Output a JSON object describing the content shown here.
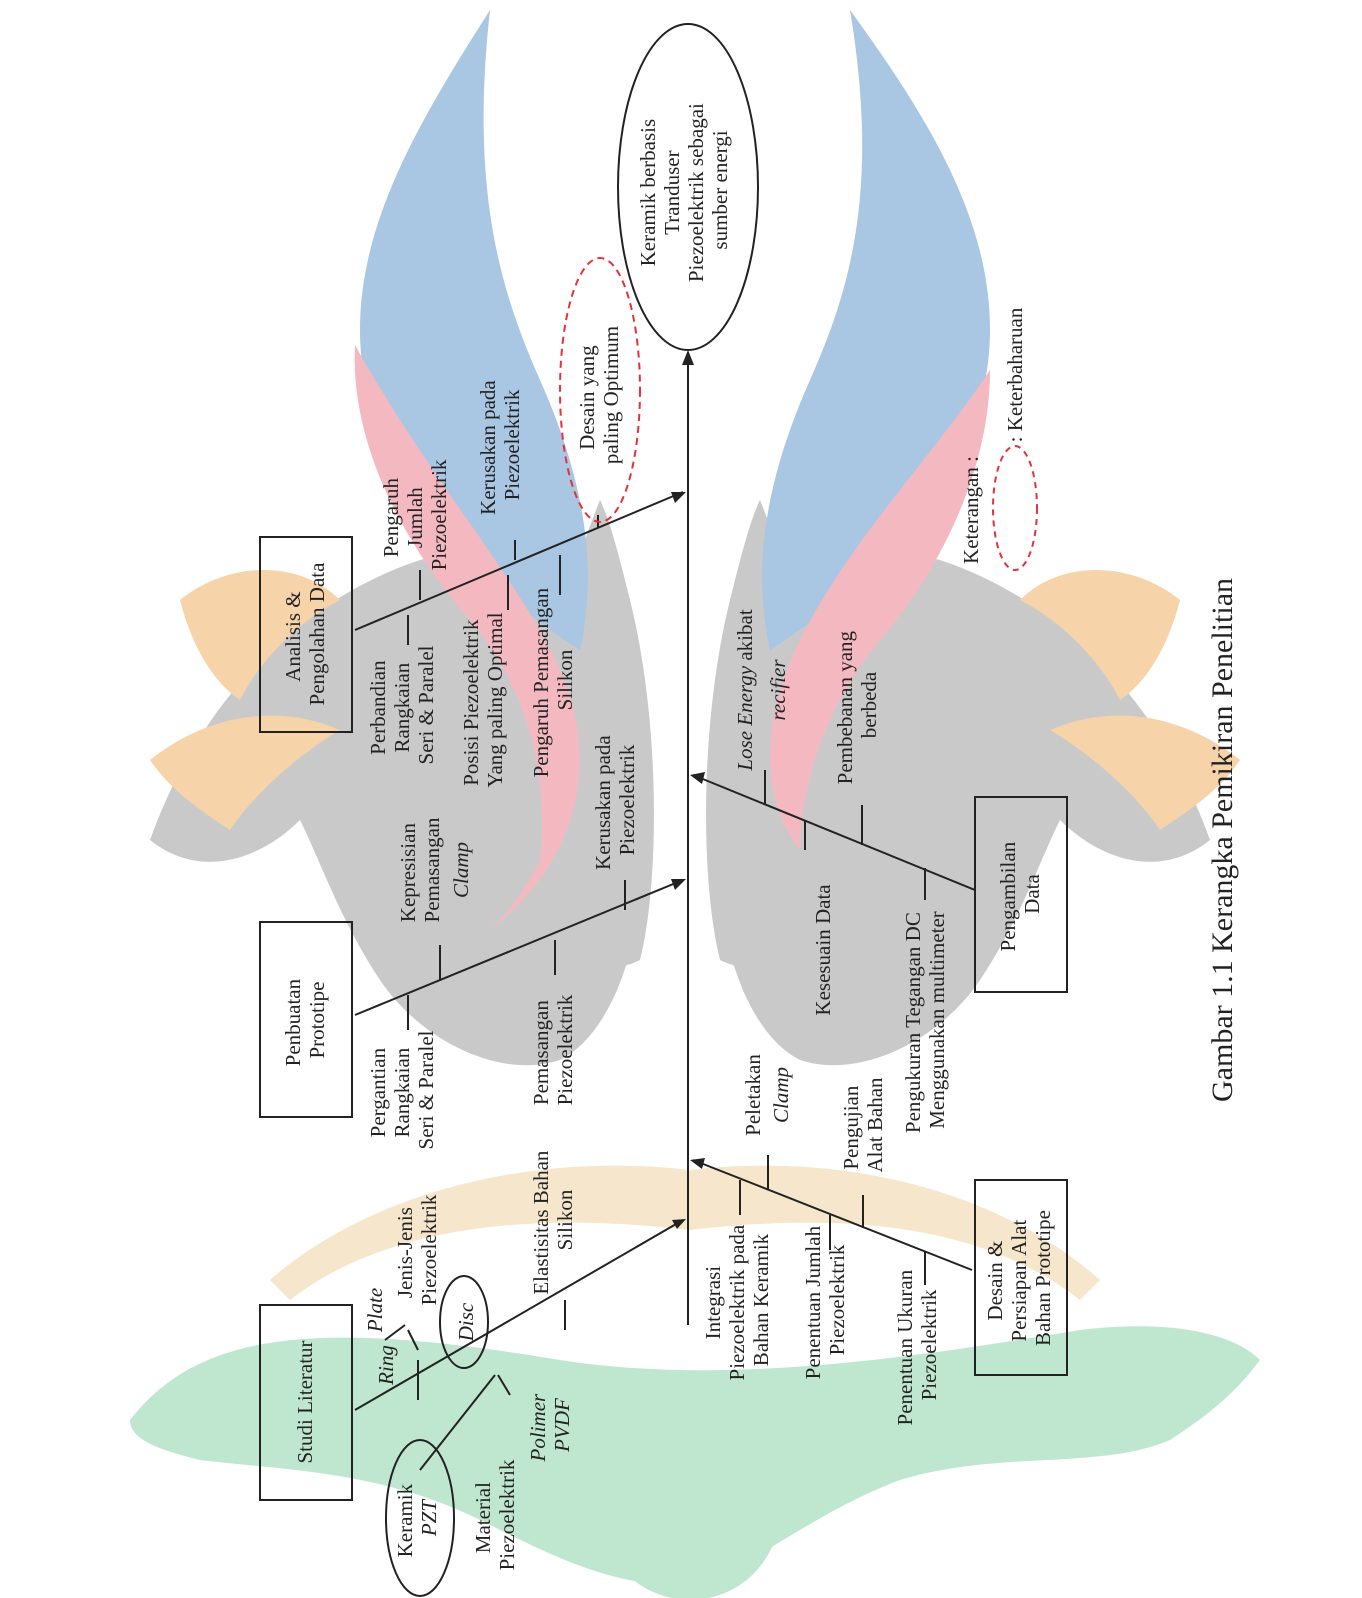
{
  "effect": {
    "lines": [
      "Keramik berbasis",
      "Tranduser",
      "Piezoelektrik sebagai",
      "sumber energi"
    ]
  },
  "categories": {
    "studi_literatur": [
      "Studi Literatur"
    ],
    "pembuatan_prototipe": [
      "Penbuatan",
      "Prototipe"
    ],
    "analisis": [
      "Analisis &",
      "Pengolahan Data"
    ],
    "desain": [
      "Desain &",
      "Persiapan Alat",
      "Bahan Prototipe"
    ],
    "pengambilan": [
      "Pengambilan",
      "Data"
    ]
  },
  "causes": {
    "keramik_pzt": [
      "Keramik",
      "PZT"
    ],
    "material_piezo": [
      "Material",
      "Piezoelektrik"
    ],
    "polimer_pvdf": [
      "Polimer",
      "PVDF"
    ],
    "ring": "Ring",
    "plate": "Plate",
    "jenis_jenis": [
      "Jenis-Jenis",
      "Piezoelektrik"
    ],
    "disc": "Disc",
    "elastisitas": [
      "Elastisitas Bahan",
      "Silikon"
    ],
    "pergantian": [
      "Pergantian",
      "Rangkaian",
      "Seri & Paralel"
    ],
    "pemasangan_piezo": [
      "Pemasangan",
      "Piezoelektrik"
    ],
    "kepresisian": [
      "Kepresisian",
      "Pemasangan"
    ],
    "clamp_1": "Clamp",
    "kerusakan_1": [
      "Kerusakan pada",
      "Piezoelektrik"
    ],
    "perbandingan": [
      "Perbandian",
      "Rangkaian",
      "Seri & Paralel"
    ],
    "posisi": [
      "Posisi Piezoelektrik",
      "Yang paling Optimal"
    ],
    "pengaruh_pemasangan": [
      "Pengaruh Pemasangan",
      "Silikon"
    ],
    "pengaruh_jumlah": [
      "Pengaruh",
      "Jumlah",
      "Piezoelektrik"
    ],
    "kerusakan_2": [
      "Kerusakan pada",
      "Piezoelektrik"
    ],
    "desain_optimum": [
      "Desain yang",
      "paling Optimum"
    ],
    "integrasi": [
      "Integrasi",
      "Piezoelektrik pada",
      "Bahan Keramik"
    ],
    "peletakan": "Peletakan",
    "clamp_2": "Clamp",
    "penentuan_jumlah": [
      "Penentuan Jumlah",
      "Piezoelektrik"
    ],
    "pengujian": [
      "Pengujian",
      "Alat Bahan"
    ],
    "penentuan_ukuran": [
      "Penentuan Ukuran",
      "Piezoelektrik"
    ],
    "pengukuran": [
      "Pengukuran Tegangan DC",
      "Menggunakan multimeter"
    ],
    "kesesuaian": "Kesesuain Data",
    "pembebanan": [
      "Pembebanan yang",
      "berbeda"
    ],
    "lose_energy_i": "Lose Energy",
    "lose_energy_rest": " akibat",
    "rectifier": "recifier"
  },
  "legend": {
    "heading": "Keterangan :",
    "item": ": Keterbaharuan"
  },
  "caption": "Gambar 1.1 Kerangka Pemikiran Penelitian",
  "colors": {
    "green": "#bfe6cf",
    "tan": "#f5e6cc",
    "gray": "#c9c9c9",
    "orange": "#f6d3a9",
    "blue": "#a9c6e3",
    "pink": "#f4b9c0",
    "highlight": "#e3323b",
    "line": "#222222"
  }
}
